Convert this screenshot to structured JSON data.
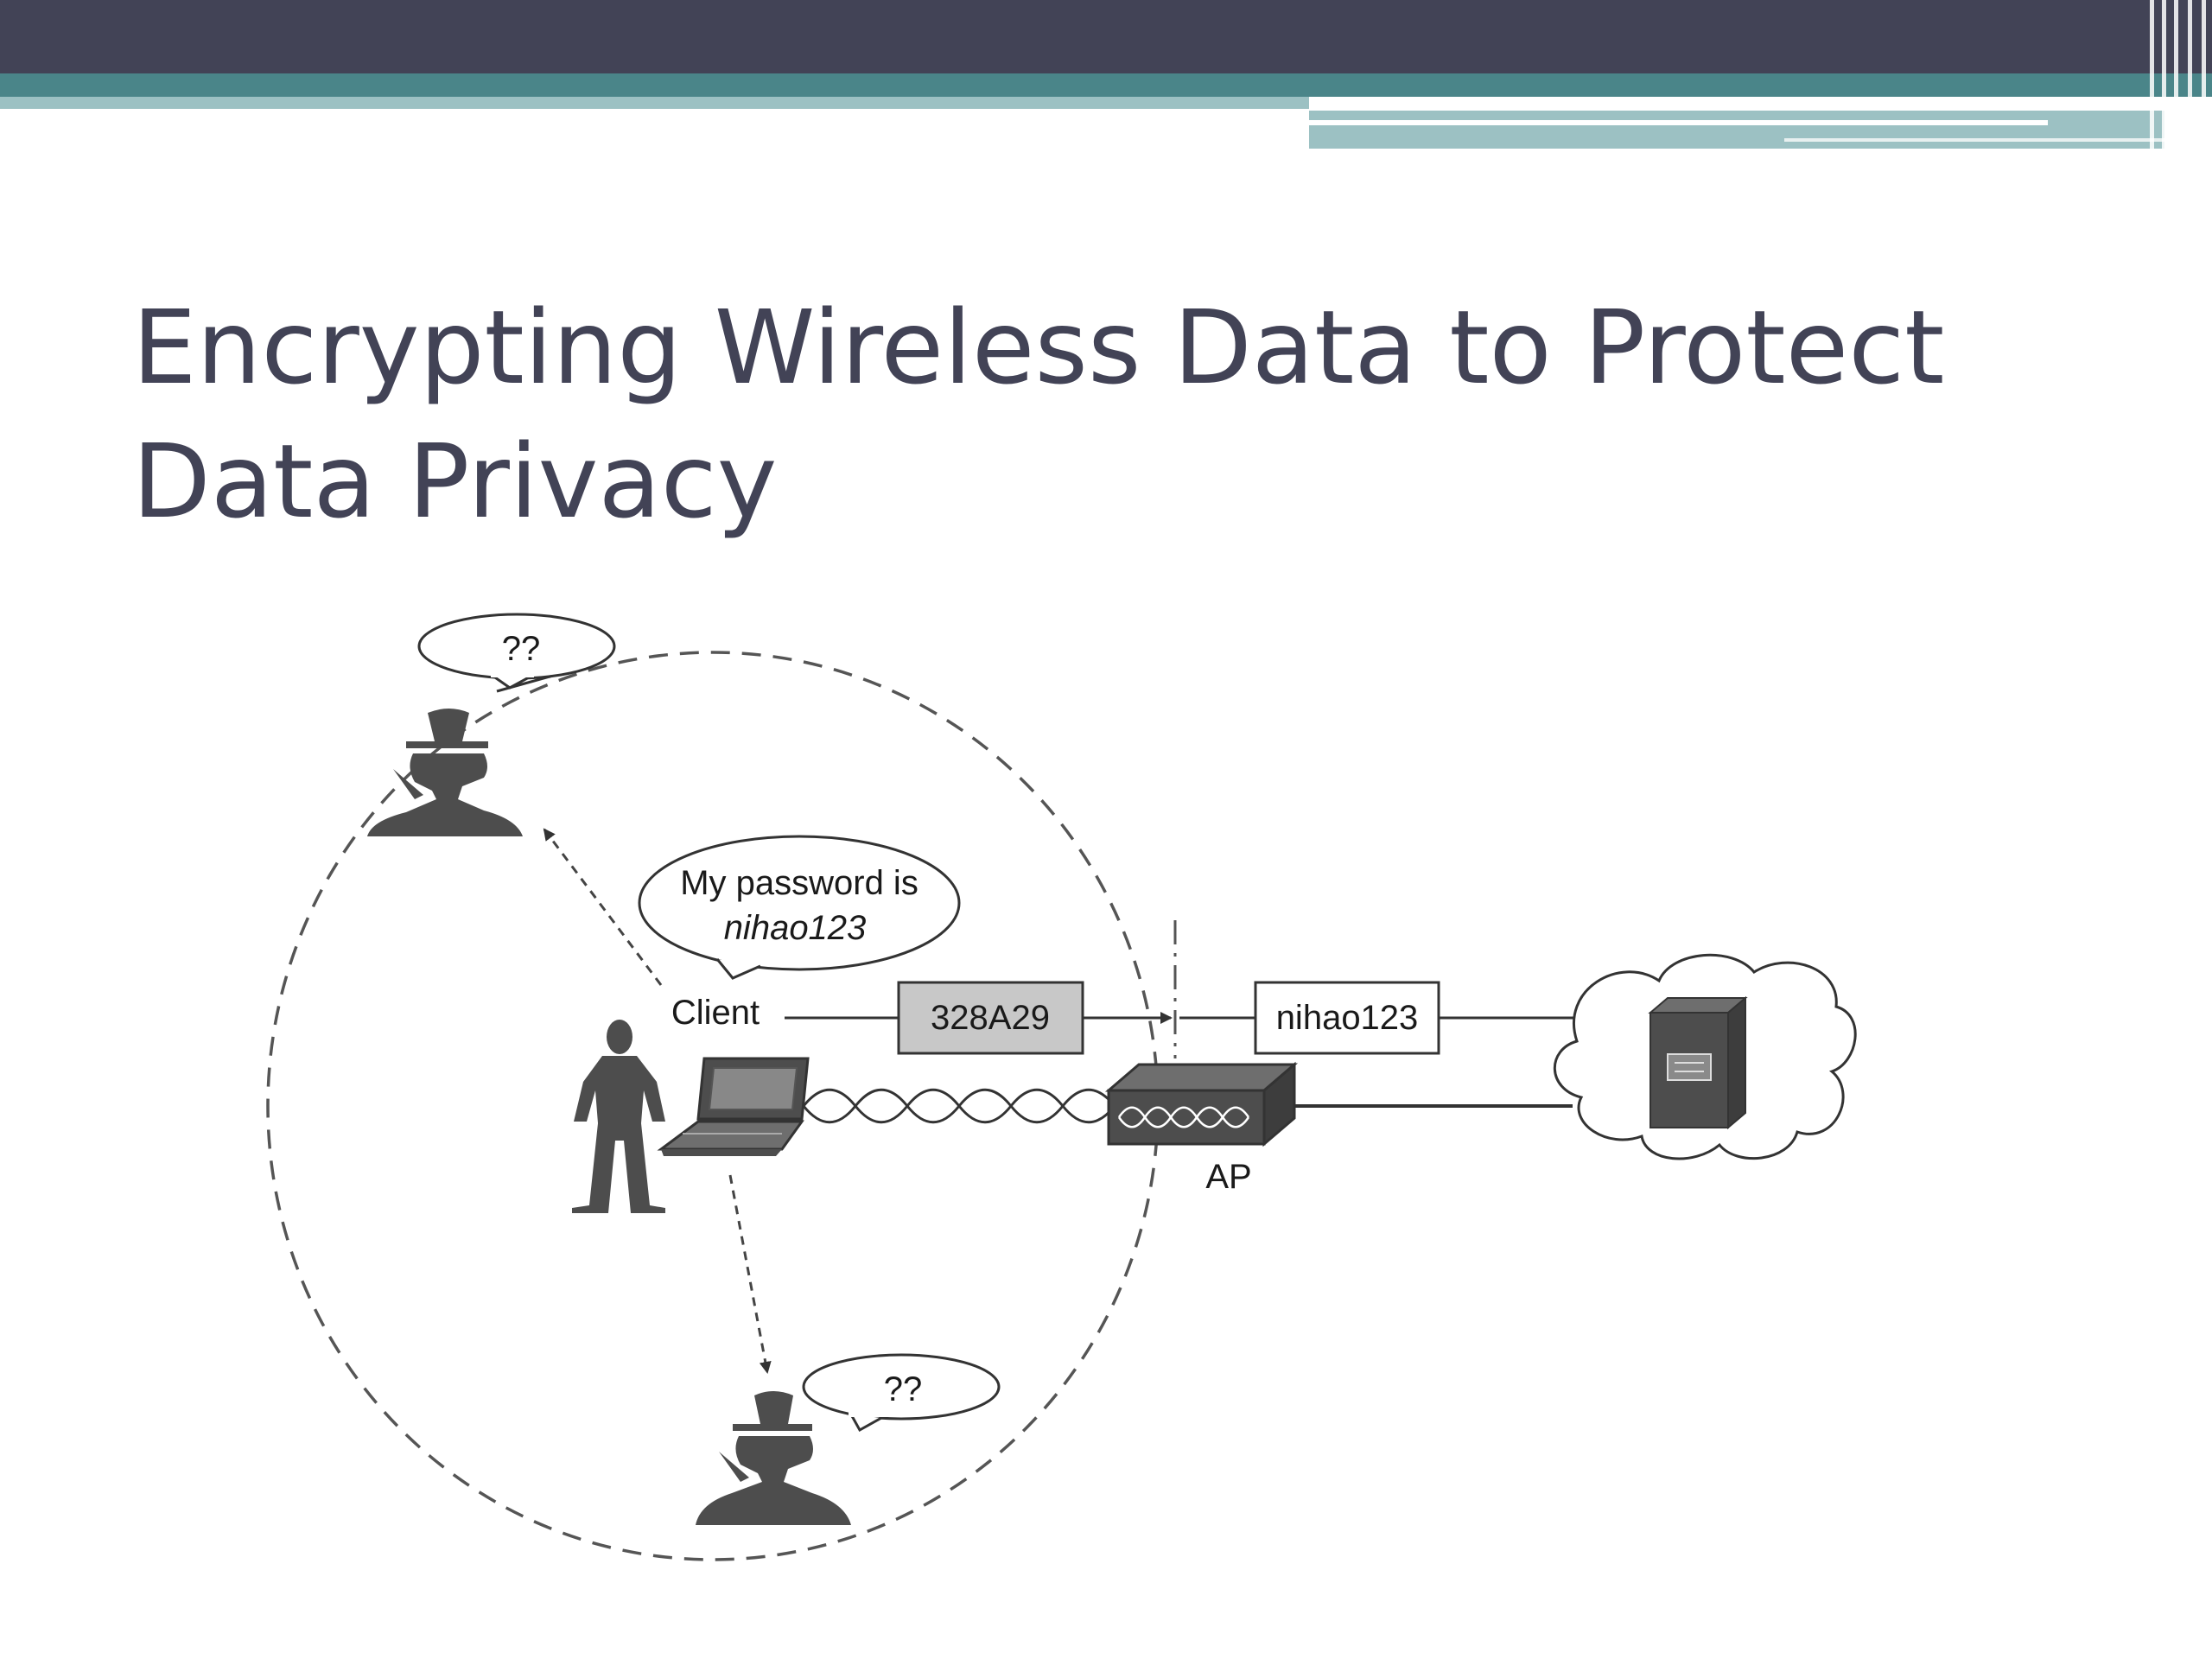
{
  "slide": {
    "title": "Encrypting Wireless Data to Protect Data Privacy"
  },
  "diagram": {
    "eavesdropper_top_bubble": "??",
    "eavesdropper_bottom_bubble": "??",
    "client_bubble_line1": "My password is",
    "client_bubble_line2": "nihao123",
    "client_label": "Client",
    "encrypted_box": "328A29",
    "plaintext_box": "nihao123",
    "ap_label": "AP"
  },
  "icons": {
    "eavesdropper": "spy-icon",
    "person": "person-icon",
    "laptop": "laptop-icon",
    "access_point": "access-point-icon",
    "server": "server-icon",
    "cloud": "cloud-icon"
  },
  "colors": {
    "header_dark": "#424356",
    "header_teal": "#4a8589",
    "header_light": "#9cc1c3",
    "title_text": "#424356",
    "figure_gray": "#4d4d4d",
    "encrypted_fill": "#c8c8c8"
  }
}
